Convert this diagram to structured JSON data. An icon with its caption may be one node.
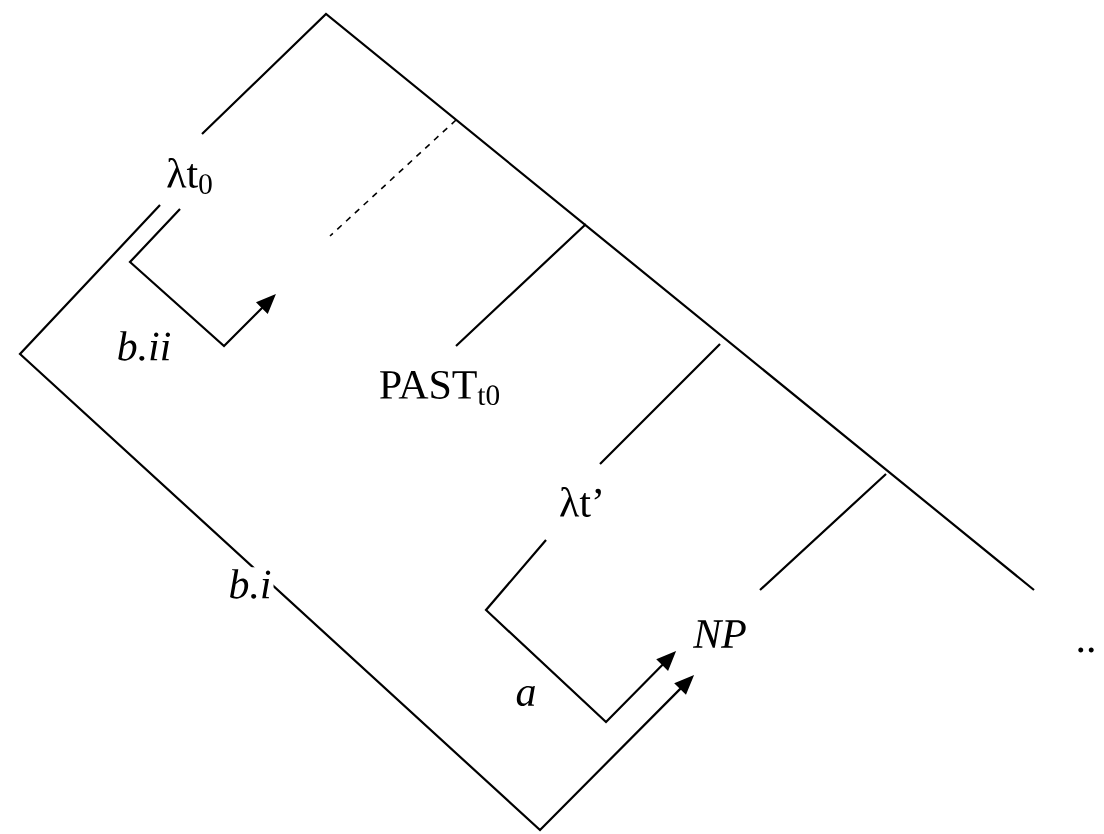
{
  "diagram": {
    "nodes": [
      {
        "text": [
          "λt$_{0}$"
        ]
      },
      {
        "text": [
          "PAST$_{t0}$"
        ]
      },
      {
        "text": [
          "λt’"
        ]
      },
      {
        "text": [
          "NP"
        ]
      }
    ],
    "edges": [
      {
        "from": 0,
        "to": null,
        "arrow": "to",
        "label": "b.ii"
      },
      {
        "from": 0,
        "to": 3,
        "arrow": "to",
        "label": "b.i"
      },
      {
        "from": 2,
        "to": 3,
        "arrow": "to",
        "label": "a"
      }
    ],
    "labels": [
      ".."
    ]
  }
}
